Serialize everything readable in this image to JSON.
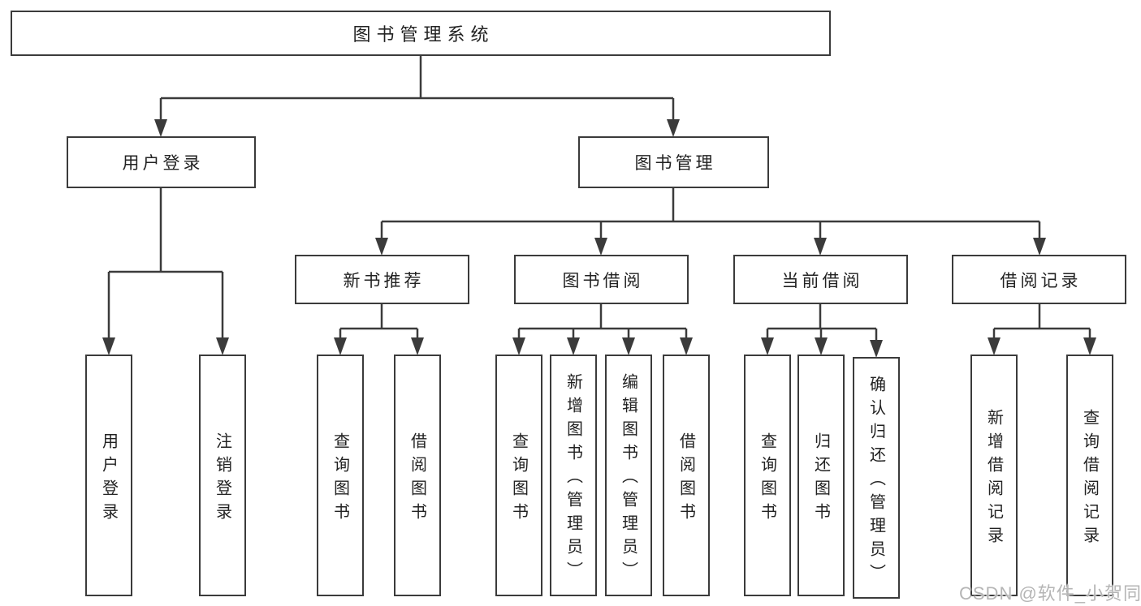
{
  "diagram": {
    "type": "hierarchy-tree",
    "root": {
      "label": "图书管理系统"
    },
    "branches": [
      {
        "label": "用户登录",
        "children": [
          {
            "label": "用户登录"
          },
          {
            "label": "注销登录"
          }
        ]
      },
      {
        "label": "图书管理",
        "children": [
          {
            "label": "新书推荐",
            "children": [
              {
                "label": "查询图书"
              },
              {
                "label": "借阅图书"
              }
            ]
          },
          {
            "label": "图书借阅",
            "children": [
              {
                "label": "查询图书"
              },
              {
                "label": "新增图书（管理员）"
              },
              {
                "label": "编辑图书（管理员）"
              },
              {
                "label": "借阅图书"
              }
            ]
          },
          {
            "label": "当前借阅",
            "children": [
              {
                "label": "查询图书"
              },
              {
                "label": "归还图书"
              },
              {
                "label": "确认归还（管理员）"
              }
            ]
          },
          {
            "label": "借阅记录",
            "children": [
              {
                "label": "新增借阅记录"
              },
              {
                "label": "查询借阅记录"
              }
            ]
          }
        ]
      }
    ],
    "colors": {
      "line": "#3b3b3b",
      "box_border": "#3b3b3b",
      "text": "#222222",
      "background": "#ffffff",
      "watermark": "#b5b5b5"
    },
    "watermark": {
      "text": "CSDN @软件_小贺同学"
    }
  }
}
